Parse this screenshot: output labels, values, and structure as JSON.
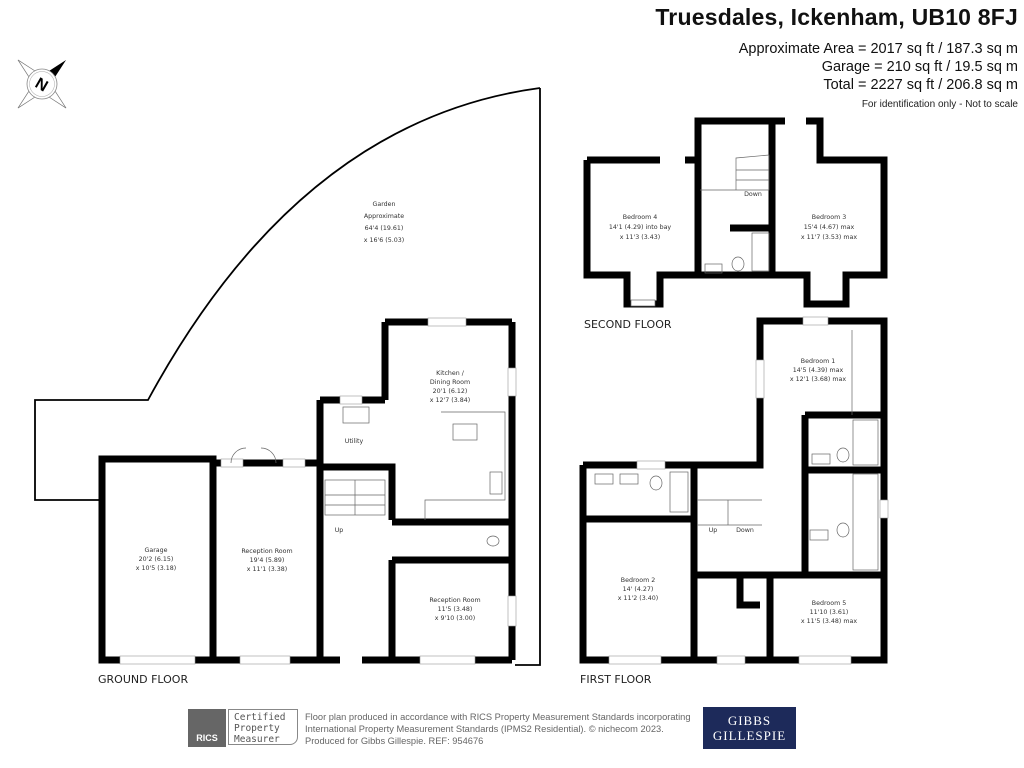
{
  "header": {
    "title": "Truesdales, Ickenham, UB10 8FJ",
    "area_lines": [
      "Approximate Area = 2017 sq ft / 187.3 sq m",
      "Garage = 210 sq ft / 19.5 sq m",
      "Total = 2227 sq ft / 206.8 sq m"
    ],
    "disclaimer": "For identification only - Not to scale"
  },
  "compass": {
    "label": "N",
    "icon": "compass-north-icon"
  },
  "floors": {
    "ground": "GROUND FLOOR",
    "first": "FIRST FLOOR",
    "second": "SECOND FLOOR"
  },
  "rooms": {
    "garden": [
      "Garden",
      "Approximate",
      "64'4 (19.61)",
      "x 16'6 (5.03)"
    ],
    "garage": [
      "Garage",
      "20'2 (6.15)",
      "x 10'5 (3.18)"
    ],
    "reception1": [
      "Reception Room",
      "19'4 (5.89)",
      "x 11'1 (3.38)"
    ],
    "kitchen": [
      "Kitchen /",
      "Dining Room",
      "20'1 (6.12)",
      "x 12'7 (3.84)"
    ],
    "utility": [
      "Utility"
    ],
    "reception2": [
      "Reception Room",
      "11'5 (3.48)",
      "x 9'10 (3.00)"
    ],
    "ground_stairs": [
      "Up"
    ],
    "bedroom1": [
      "Bedroom 1",
      "14'5 (4.39) max",
      "x 12'1 (3.68) max"
    ],
    "bedroom2": [
      "Bedroom 2",
      "14' (4.27)",
      "x 11'2 (3.40)"
    ],
    "bedroom5": [
      "Bedroom 5",
      "11'10 (3.61)",
      "x 11'5 (3.48) max"
    ],
    "first_stairs": [
      "Up",
      "Down"
    ],
    "bedroom4": [
      "Bedroom 4",
      "14'1 (4.29) into bay",
      "x 11'3 (3.43)"
    ],
    "bedroom3": [
      "Bedroom 3",
      "15'4 (4.67) max",
      "x 11'7 (3.53) max"
    ],
    "second_stairs": [
      "Down"
    ]
  },
  "footer": {
    "rics_logo": "RICS",
    "rics_badge": [
      "Certified",
      "Property",
      "Measurer"
    ],
    "statement": [
      "Floor plan produced in accordance with RICS Property Measurement Standards incorporating",
      "International Property Measurement Standards (IPMS2 Residential).   © nichecom 2023.",
      "Produced for Gibbs Gillespie.    REF:  954676"
    ],
    "brand": [
      "GIBBS",
      "GILLESPIE"
    ]
  },
  "colors": {
    "walls": "#000000",
    "brand_bg": "#1d2a5a",
    "text_grey": "#666666"
  }
}
